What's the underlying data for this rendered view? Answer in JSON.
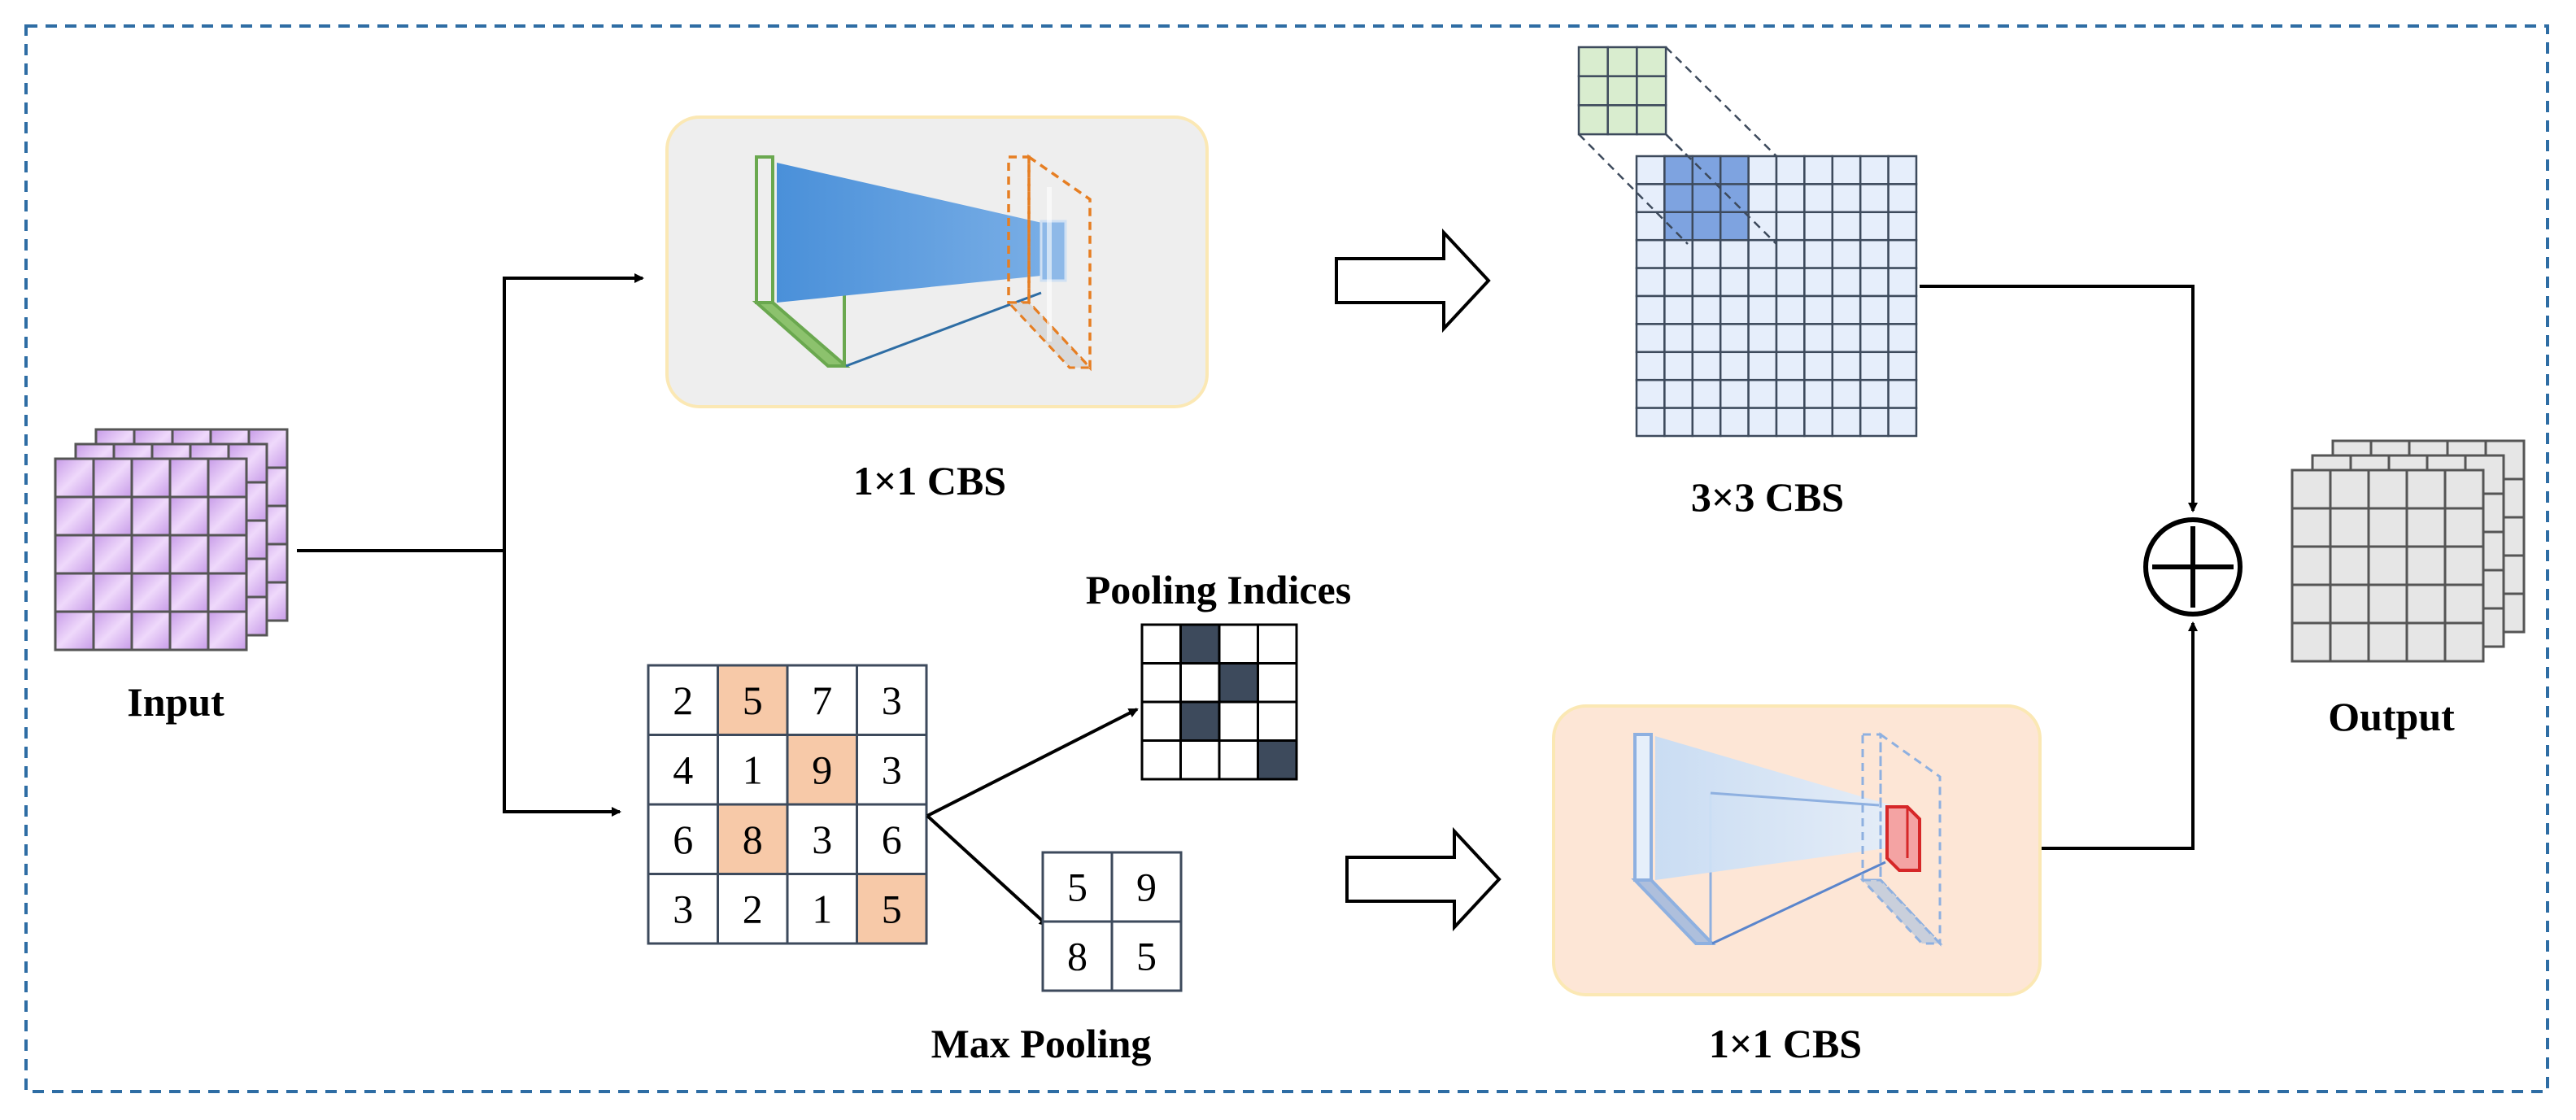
{
  "labels": {
    "input": "Input",
    "output": "Output",
    "cbs_top": "1×1 CBS",
    "cbs_3x3": "3×3 CBS",
    "pooling_indices": "Pooling Indices",
    "max_pooling": "Max Pooling",
    "cbs_bottom": "1×1 CBS"
  },
  "max_pool_input": {
    "values": [
      [
        2,
        5,
        7,
        3
      ],
      [
        4,
        1,
        9,
        3
      ],
      [
        6,
        8,
        3,
        6
      ],
      [
        3,
        2,
        1,
        5
      ]
    ],
    "highlight": [
      [
        0,
        1
      ],
      [
        1,
        2
      ],
      [
        2,
        1
      ],
      [
        3,
        3
      ]
    ]
  },
  "max_pool_output": {
    "values": [
      [
        5,
        9
      ],
      [
        8,
        5
      ]
    ]
  },
  "pooling_indices": {
    "filled": [
      [
        0,
        1
      ],
      [
        1,
        2
      ],
      [
        2,
        1
      ],
      [
        3,
        3
      ]
    ]
  },
  "colors": {
    "border_dash": "#2e6da4",
    "input_grid": "#d7a8f0",
    "output_grid": "#e6e6e6",
    "grid_3x3": "#e6eefb",
    "grid_3x3_highlight": "#7ea3e0",
    "kernel": "#d9edcf",
    "max_highlight": "#f7c9a8",
    "index_fill": "#3d4a5c",
    "cbs_top_bg": "#eeeeee",
    "cbs_bottom_bg": "#fde6d6"
  }
}
